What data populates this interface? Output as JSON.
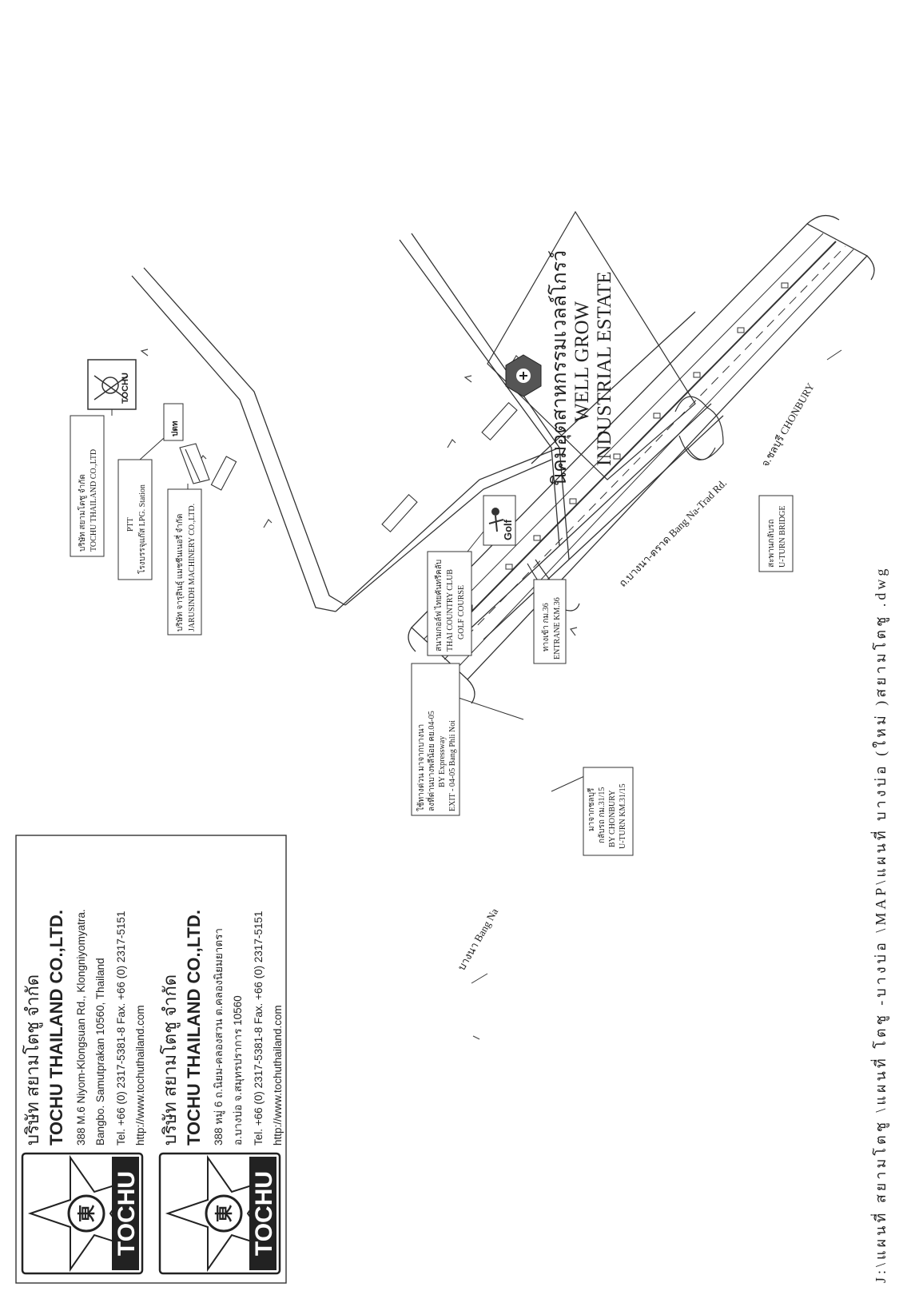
{
  "cards": [
    {
      "logo": "TOCHU",
      "thai_name": "บริษัท สยามโตชู จำกัด",
      "name": "TOCHU THAILAND CO.,LTD.",
      "address1": "388 M.6 Niyom-Klongsuan Rd., Klongniyomyatra.",
      "address2": "Bangbo. Samutprakan 10560, Thailand",
      "tel": "Tel. +66 (0) 2317-5381-8  Fax. +66 (0) 2317-5151",
      "web": "http://www.tochuthailand.com"
    },
    {
      "logo": "TOCHU",
      "thai_name": "บริษัท สยามโตชู จำกัด",
      "name": "TOCHU THAILAND CO.,LTD.",
      "address1": "388 หมู่ 6 ถ.นิยม-คลองสวน ต.คลองนิยมยาตรา",
      "address2": "อ.บางบ่อ จ.สมุทรปราการ 10560",
      "tel": "Tel. +66 (0) 2317-5381-8  Fax. +66 (0) 2317-5151",
      "web": "http://www.tochuthailand.com"
    }
  ],
  "map": {
    "estate": {
      "thai": "นิคมอุตสาหกรรมเวลล์โกรว์",
      "en1": "WELL GROW",
      "en2": "INDUSTRIAL  ESTATE"
    },
    "main_road_label": "ถ.บางนา-ตราด Bang Na-Trad Rd.",
    "bangna_label": "บางนา  Bang Na",
    "chonbury_label": "จ.ชลบุรี  CHONBURY",
    "tochu_badge": "TOCHU",
    "ptt_badge": "ปตท",
    "golf_badge": "Golf",
    "labels": {
      "tochu_thai": "บริษัท สยามโตชู จำกัด",
      "tochu_en": "TOCHU THAILAND CO.,LTD",
      "ptt_en": "PTT",
      "ptt_thai": "โรงบรรจุแก๊ส LPG. Station",
      "jarusindh_thai": "บริษัท จารุสินธุ์ แมชชีนเนอรี่ จำกัด",
      "jarusindh_en": "JARUSINDH  MACHINERY CO.,LTD.",
      "golf_thai": "สนามกอล์ฟ ไทยคันทรีคลับ",
      "golf_en1": "THAI COUNTRY CLUB",
      "golf_en2": "GOLF COURSE",
      "entrance_thai": "ทางเข้า กม.36",
      "entrance_en": "ENTRANE  KM.36",
      "uturn_bridge_thai": "สะพานกลับรถ",
      "uturn_bridge_en": "U-TURN BRIDGE",
      "expressway_thai1": "ใช้ทางด่วน มาจากบางนา",
      "expressway_thai2": "ลงที่ด่านบางพลีน้อย คย.04-05",
      "expressway_en1": "BY Expressway",
      "expressway_en2": "EXIT - 04-05 Bang Phli Noi",
      "chon_thai1": "มาจากชลบุรี",
      "chon_thai2": "กลับรถ กม.31/15",
      "chon_en1": "BY CHONBURY",
      "chon_en2": "U-TURN KM.31/15"
    }
  },
  "footer": "J:\\แผนที่  สยามโตชู \\แผนที่  โตชู -บางบ่อ \\MAP\\แผนที่  บางบ่อ (ใหม่ )สยามโตชู  .dwg"
}
